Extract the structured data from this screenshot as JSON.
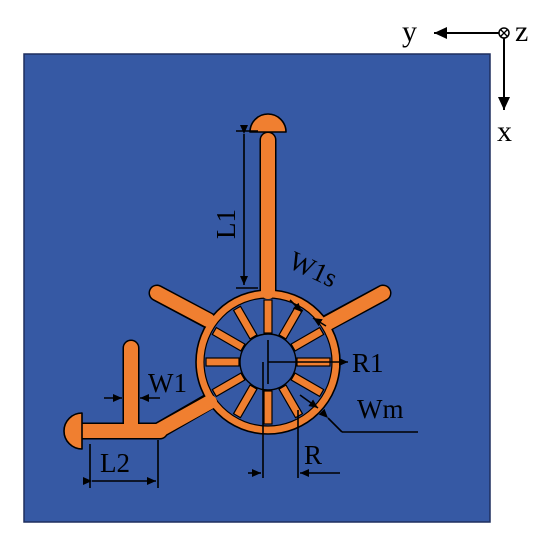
{
  "colors": {
    "substrate": "#3659A4",
    "copper": "#F07F30",
    "outline": "#000000"
  },
  "axes": {
    "y_label": "y",
    "z_label": "z",
    "x_label": "x"
  },
  "dimensions": {
    "L1": "L1",
    "W1s": "W1s",
    "W1": "W1",
    "R1": "R1",
    "Wm": "Wm",
    "R": "R",
    "L2": "L2"
  }
}
